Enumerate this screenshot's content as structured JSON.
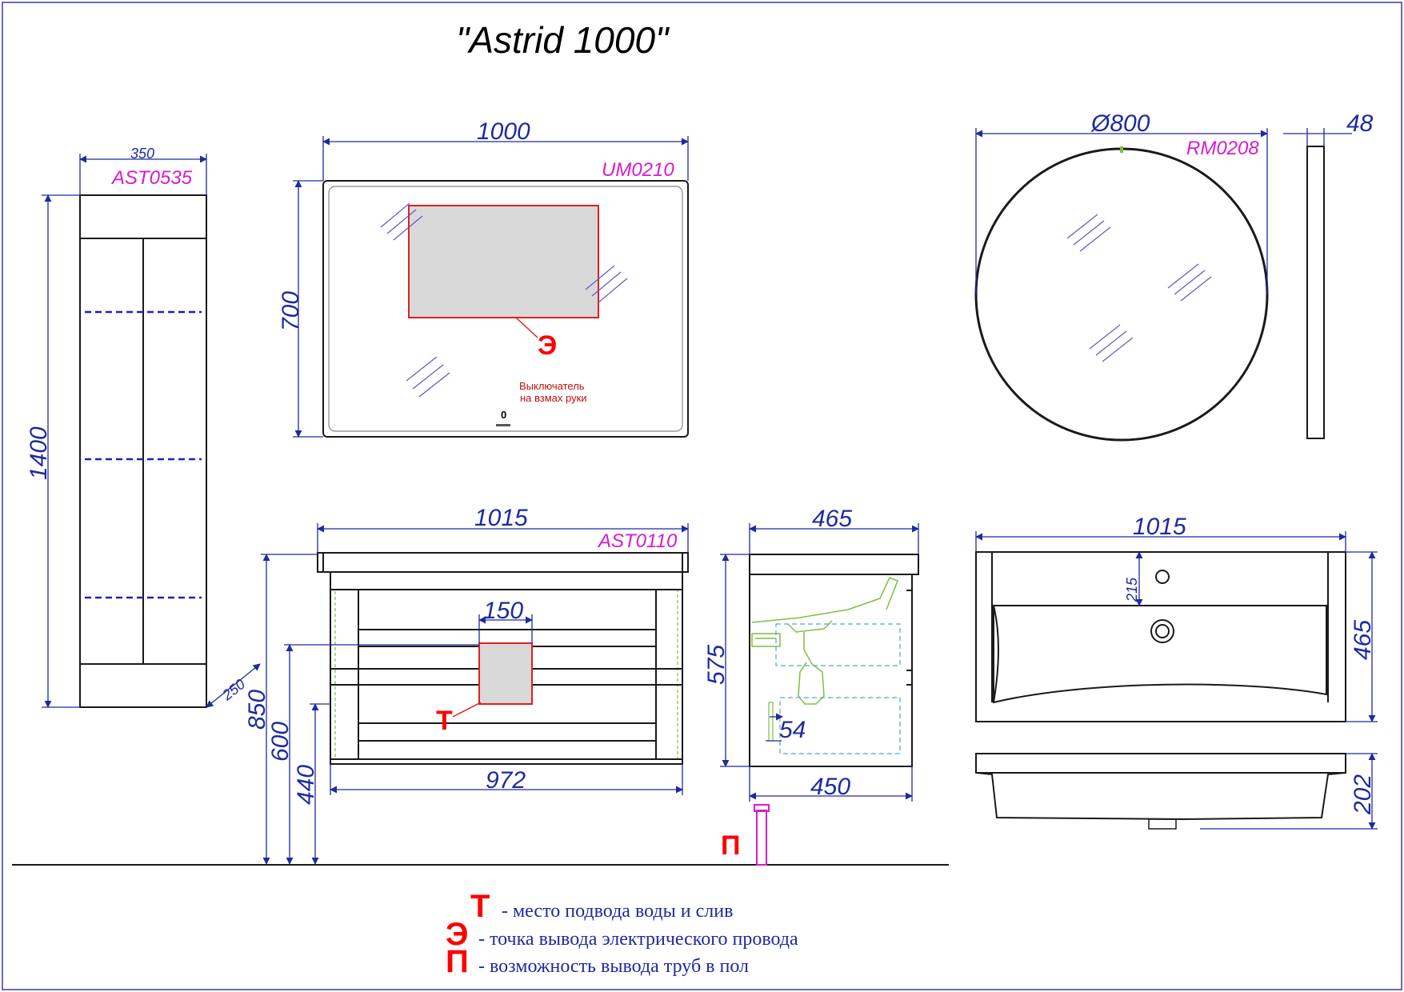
{
  "title": "\"Astrid 1000\"",
  "tall_cabinet": {
    "code": "AST0535",
    "width": "350",
    "height": "1400",
    "depth": "250"
  },
  "rect_mirror": {
    "code": "UM0210",
    "width": "1000",
    "height": "700",
    "mark": "Э",
    "switch_note_1": "Выключатель",
    "switch_note_2": "на взмах руки",
    "switch_glyph": "0"
  },
  "round_mirror": {
    "code": "RM0208",
    "diameter": "Ø800",
    "depth": "48"
  },
  "vanity": {
    "code": "AST0110",
    "width": "1015",
    "inner_width": "972",
    "zone_width": "150",
    "mark": "Т",
    "height_850": "850",
    "height_600": "600",
    "height_440": "440"
  },
  "vanity_side": {
    "depth": "465",
    "body_depth": "450",
    "height": "575",
    "offset": "54",
    "mark": "П"
  },
  "basin_top": {
    "width": "1015",
    "depth": "465",
    "tap_offset": "215"
  },
  "basin_side": {
    "height": "202"
  },
  "legend": [
    {
      "key": "Т",
      "text": "- место подвода воды и слив"
    },
    {
      "key": "Э",
      "text": "- точка вывода электрического провода"
    },
    {
      "key": "П",
      "text": "- возможность вывода труб в пол"
    }
  ],
  "colors": {
    "dimension": "#1f2a9e",
    "code": "#d81bd0",
    "mark": "#ff0000",
    "zone_fill": "#d9d9d9"
  }
}
